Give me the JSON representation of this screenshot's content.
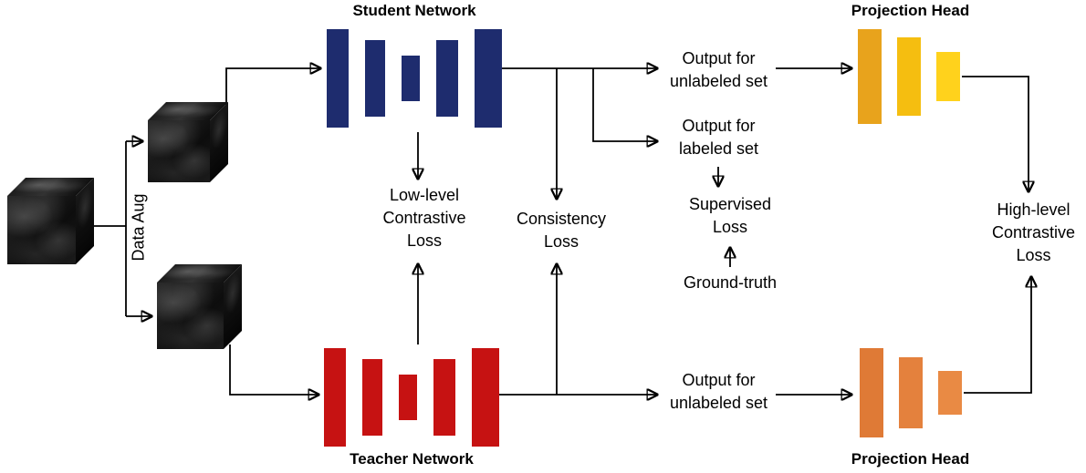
{
  "diagram": {
    "student_network_title": "Student Network",
    "teacher_network_title": "Teacher Network",
    "projection_head_top_title": "Projection Head",
    "projection_head_bottom_title": "Projection Head",
    "data_aug_label": "Data Aug",
    "losses": {
      "low_level": "Low-level Contrastive Loss",
      "consistency": "Consistency Loss",
      "supervised": "Supervised Loss",
      "high_level": "High-level Contrastive Loss"
    },
    "outputs": {
      "unlabeled_student": "Output for unlabeled set",
      "labeled_student": "Output for labeled set",
      "unlabeled_teacher": "Output for unlabeled set"
    },
    "ground_truth_label": "Ground-truth",
    "colors": {
      "student_bar": "#1E2C6E",
      "teacher_bar": "#C61212",
      "projection_top_bars": [
        "#E8A31C",
        "#F5BE10",
        "#FFD21C"
      ],
      "projection_bottom_bars": [
        "#DF7A36",
        "#E4813D",
        "#E98A44"
      ],
      "arrow": "#000000"
    }
  }
}
